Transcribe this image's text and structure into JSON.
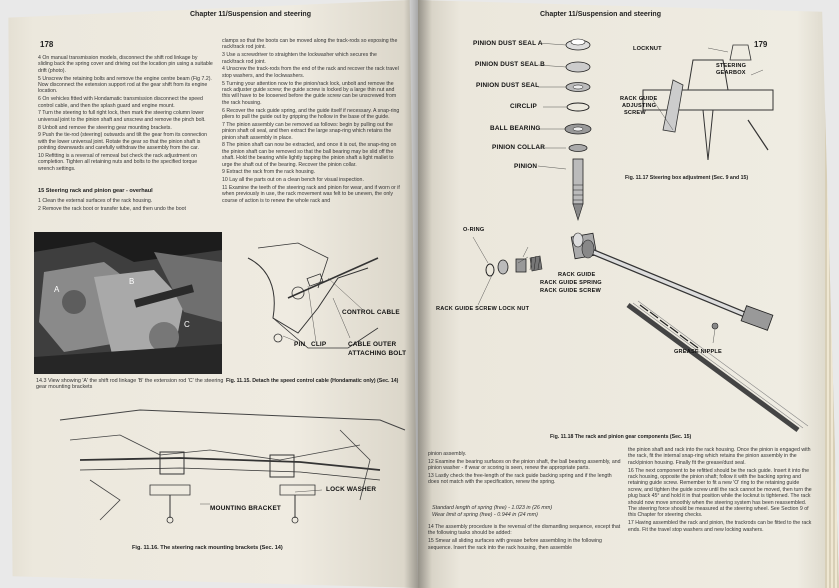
{
  "left_page": {
    "chapter_header": "Chapter 11/Suspension and steering",
    "page_number": "178",
    "col1_paragraphs": [
      "4 On manual transmission models, disconnect the shift rod linkage by sliding back the spring cover and driving out the location pin using a suitable drift (photo).",
      "5 Unscrew the retaining bolts and remove the engine centre beam (Fig 7.2). Now disconnect the extension support rod at the gear shift from its engine location.",
      "6 On vehicles fitted with Hondamatic transmission disconnect the speed control cable, and then the splash guard and engine mount.",
      "7 Turn the steering to full right lock, then mark the steering column lower universal joint to the pinion shaft and unscrew and remove the pinch bolt.",
      "8 Unbolt and remove the steering gear mounting brackets.",
      "9 Push the tie-rod (steering) outwards and tilt the gear from its connection with the lower universal joint. Rotate the gear so that the pinion shaft is pointing downwards and carefully withdraw the assembly from the car.",
      "10 Refitting is a reversal of removal but check the rack adjustment on completion. Tighten all retaining nuts and bolts to the specified torque wrench settings."
    ],
    "section_heading": "15 Steering rack and pinion gear - overhaul",
    "section_paragraphs": [
      "1 Clean the external surfaces of the rack housing.",
      "2 Remove the rack boot or transfer tube, and then undo the boot"
    ],
    "col2_paragraphs": [
      "clamps so that the boots can be moved along the track-rods so exposing the rack/track rod joint.",
      "3 Use a screwdriver to straighten the lockwasher which secures the rack/track rod joint.",
      "4 Unscrew the track-rods from the end of the rack and recover the rack travel stop washers, and the lockwashers.",
      "5 Turning your attention now to the pinion/rack lock, unbolt and remove the rack adjuster guide screw; the guide screw is locked by a large thin nut and this will have to be loosened before the guide screw can be unscrewed from the rack housing.",
      "6 Recover the rack guide spring, and the guide itself if necessary. A snap-ring pliers to pull the guide out by gripping the hollow in the base of the guide.",
      "7 The pinion assembly can be removed as follows: begin by pulling out the pinion shaft oil seal, and then extract the large snap-ring which retains the pinion shaft assembly in place.",
      "8 The pinion shaft can now be extracted, and once it is out, the snap-ring on the pinion shaft can be removed so that the ball bearing may be slid off the shaft. Hold the bearing while lightly tapping the pinion shaft a light mallet to urge the shaft out of the bearing. Recover the pinion collar.",
      "9 Extract the rack from the rack housing.",
      "10 Lay all the parts out on a clean bench for visual inspection.",
      "11 Examine the teeth of the steering rack and pinion for wear, and if worn or if when previously in use, the rack movement was felt to be uneven, the only course of action is to renew the whole rack and"
    ],
    "photo_caption": "14.3 View showing 'A' the shift rod linkage 'B' the extension rod 'C' the steering gear mounting brackets",
    "fig15_caption": "Fig. 11.15. Detach the speed control cable (Hondamatic only) (Sec. 14)",
    "fig15_labels": {
      "control_cable": "CONTROL CABLE",
      "pin": "PIN",
      "clip": "CLIP",
      "cable_outer_1": "CABLE OUTER",
      "cable_outer_2": "ATTACHING BOLT"
    },
    "fig16_caption": "Fig. 11.16. The steering rack mounting brackets (Sec. 14)",
    "fig16_labels": {
      "lock_washer": "LOCK WASHER",
      "mounting_bracket": "MOUNTING BRACKET"
    }
  },
  "right_page": {
    "chapter_header": "Chapter 11/Suspension and steering",
    "page_number": "179",
    "parts_labels": [
      "PINION DUST SEAL A",
      "PINION DUST SEAL B",
      "PINION DUST SEAL",
      "CIRCLIP",
      "BALL BEARING",
      "PINION COLLAR",
      "PINION"
    ],
    "fig17_labels": {
      "locknut": "LOCKNUT",
      "steering_gearbox_1": "STEERING",
      "steering_gearbox_2": "GEARBOX",
      "rack_guide_1": "RACK GUIDE",
      "rack_guide_2": "ADJUSTING",
      "rack_guide_3": "SCREW"
    },
    "fig17_caption": "Fig. 11.17 Steering box adjustment (Sec. 9 and 15)",
    "fig18_labels": {
      "o_ring": "O-RING",
      "rack_guide": "RACK GUIDE",
      "rack_guide_spring": "RACK GUIDE SPRING",
      "rack_guide_screw": "RACK GUIDE SCREW",
      "lock_nut": "RACK GUIDE SCREW LOCK NUT",
      "grease_nipple": "GREASE NIPPLE"
    },
    "fig18_caption": "Fig. 11.18 The rack and pinion gear components (Sec. 15)",
    "bottom_col1": [
      "pinion assembly.",
      "12 Examine the bearing surfaces on the pinion shaft, the ball bearing assembly, and pinion washer - if wear or scoring is seen, renew the appropriate parts.",
      "13 Lastly check the free-length of the rack guide backing spring and if the length does not match with the specification, renew the spring."
    ],
    "spec_lines": [
      "Standard length of spring (free)    - 1.023 in (26 mm)",
      "Wear limit of spring (free)          - 0.944 in (24 mm)"
    ],
    "bottom_col1_after": [
      "14 The assembly procedure is the reversal of the dismantling sequence, except that the following tasks should be added:",
      "15 Smear all sliding surfaces with grease before assembling in the following sequence. Insert the rack into the rack housing, then assemble"
    ],
    "bottom_col2": [
      "the pinion shaft and rack into the rack housing. Once the pinion is engaged with the rack, fit the internal snap-ring which retains the pinion assembly in the rack/pinion housing. Finally fit the grease/dust seal.",
      "16 The next component to be refitted should be the rack guide. Insert it into the rack housing, opposite the pinion shaft; follow it with the backing spring and retaining guide screw. Remember to fit a new 'O' ring to the retaining guide screw, and tighten the guide screw until the rack cannot be moved, then turn the plug back 45° and hold it in that position while the locknut is tightened. The rack should now move smoothly when the steering system has been reassembled. The steering force should be measured at the steering wheel. See Section 9 of this Chapter for steering checks.",
      "17 Having assembled the rack and pinion, the trackrods can be fitted to the rack ends. Fit the travel stop washers and new locking washers."
    ]
  }
}
